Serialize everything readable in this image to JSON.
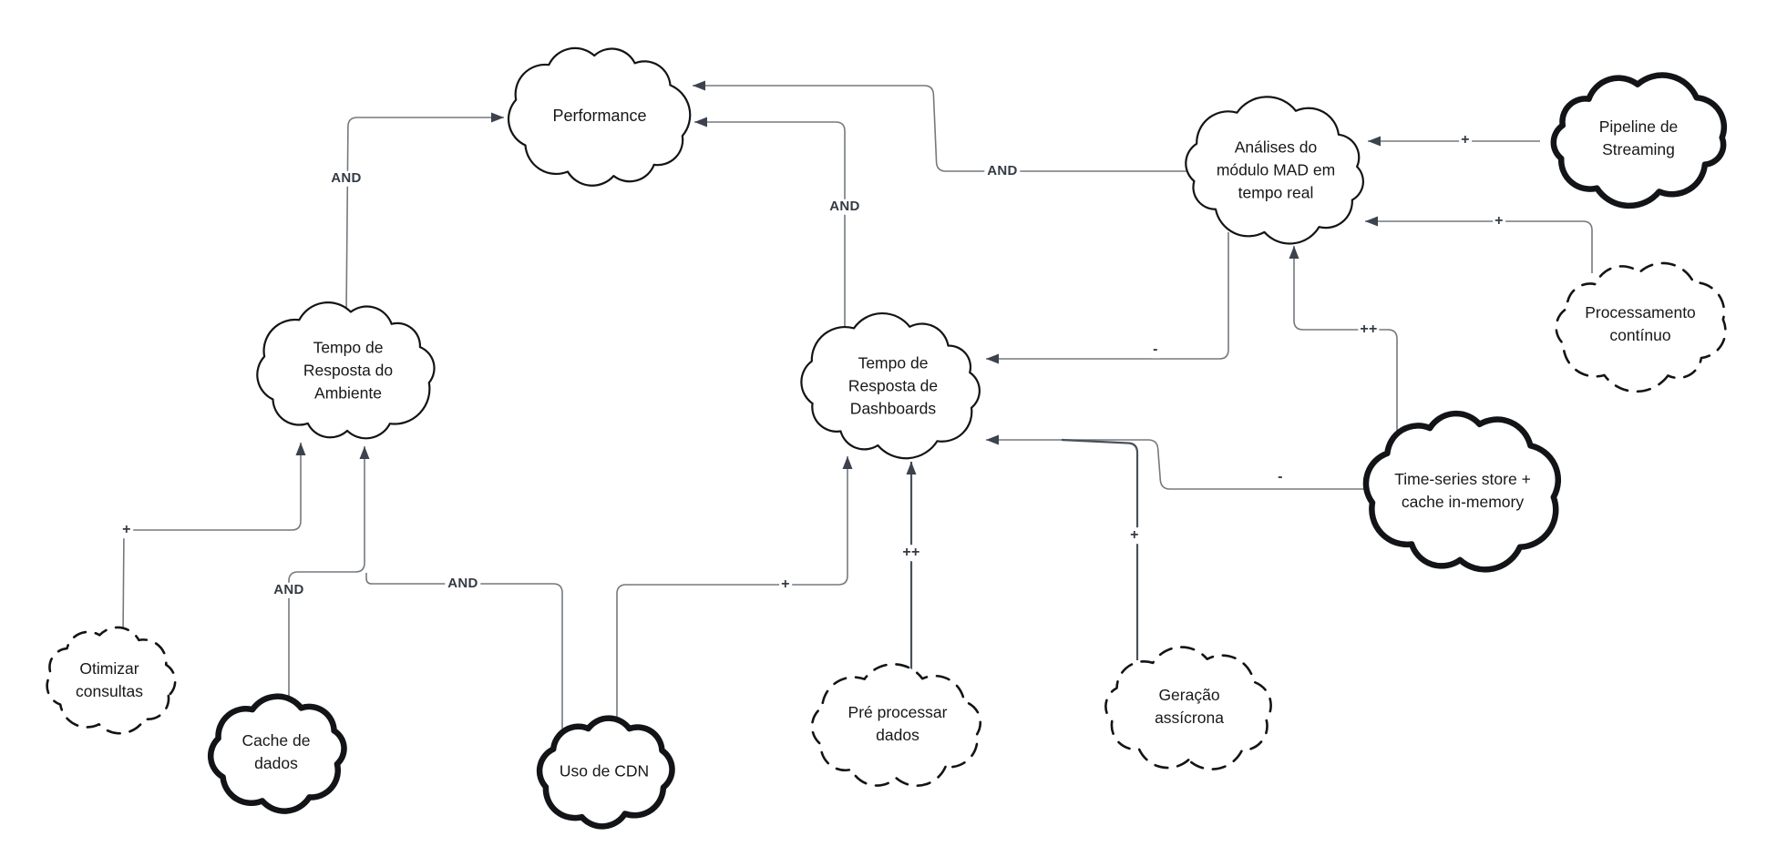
{
  "diagram": {
    "type": "cloud-goal-model",
    "nodes": {
      "performance": {
        "label": "Performance",
        "style": "solid"
      },
      "ambiente": {
        "label": "Tempo de\nResposta do\nAmbiente",
        "style": "solid"
      },
      "dashboards": {
        "label": "Tempo de\nResposta de\nDashboards",
        "style": "solid"
      },
      "analises": {
        "label": "Análises do\nmódulo MAD em\ntempo real",
        "style": "solid"
      },
      "pipeline": {
        "label": "Pipeline de\nStreaming",
        "style": "bold"
      },
      "processamento": {
        "label": "Processamento\ncontínuo",
        "style": "dashed"
      },
      "timeseries": {
        "label": "Time-series store +\ncache in-memory",
        "style": "bold"
      },
      "otimizar": {
        "label": "Otimizar\nconsultas",
        "style": "dashed"
      },
      "cache": {
        "label": "Cache de\ndados",
        "style": "bold"
      },
      "cdn": {
        "label": "Uso de CDN",
        "style": "bold"
      },
      "preprocessar": {
        "label": "Pré processar\ndados",
        "style": "dashed"
      },
      "geracao": {
        "label": "Geração\nassícrona",
        "style": "dashed"
      }
    },
    "edges": {
      "e1": {
        "from": "ambiente",
        "to": "performance",
        "label": "AND"
      },
      "e2": {
        "from": "dashboards",
        "to": "performance",
        "label": "AND"
      },
      "e3": {
        "from": "analises",
        "to": "performance",
        "label": "AND"
      },
      "e4": {
        "from": "pipeline",
        "to": "analises",
        "label": "+"
      },
      "e5": {
        "from": "processamento",
        "to": "analises",
        "label": "+"
      },
      "e6": {
        "from": "timeseries",
        "to": "analises",
        "label": "++"
      },
      "e7": {
        "from": "analises",
        "to": "dashboards",
        "label": "-"
      },
      "e8": {
        "from": "timeseries",
        "to": "dashboards",
        "label": "-"
      },
      "e9": {
        "from": "geracao",
        "to": "dashboards",
        "label": "+"
      },
      "e10": {
        "from": "preprocessar",
        "to": "dashboards",
        "label": "++"
      },
      "e11": {
        "from": "cdn",
        "to": "dashboards",
        "label": "+"
      },
      "e12": {
        "from": "otimizar",
        "to": "ambiente",
        "label": "+"
      },
      "e13": {
        "from": "cache",
        "to": "ambiente",
        "label": "AND"
      },
      "e14": {
        "from": "cdn",
        "to": "ambiente",
        "label": "AND"
      }
    },
    "colors": {
      "background": "#ffffff",
      "edge_line": "#75797e",
      "edge_line_dark": "#49515b",
      "arrowhead": "#3c434e",
      "cloud_outline": "#121417",
      "node_text": "#17181a",
      "edge_label_text": "#343b44"
    }
  }
}
